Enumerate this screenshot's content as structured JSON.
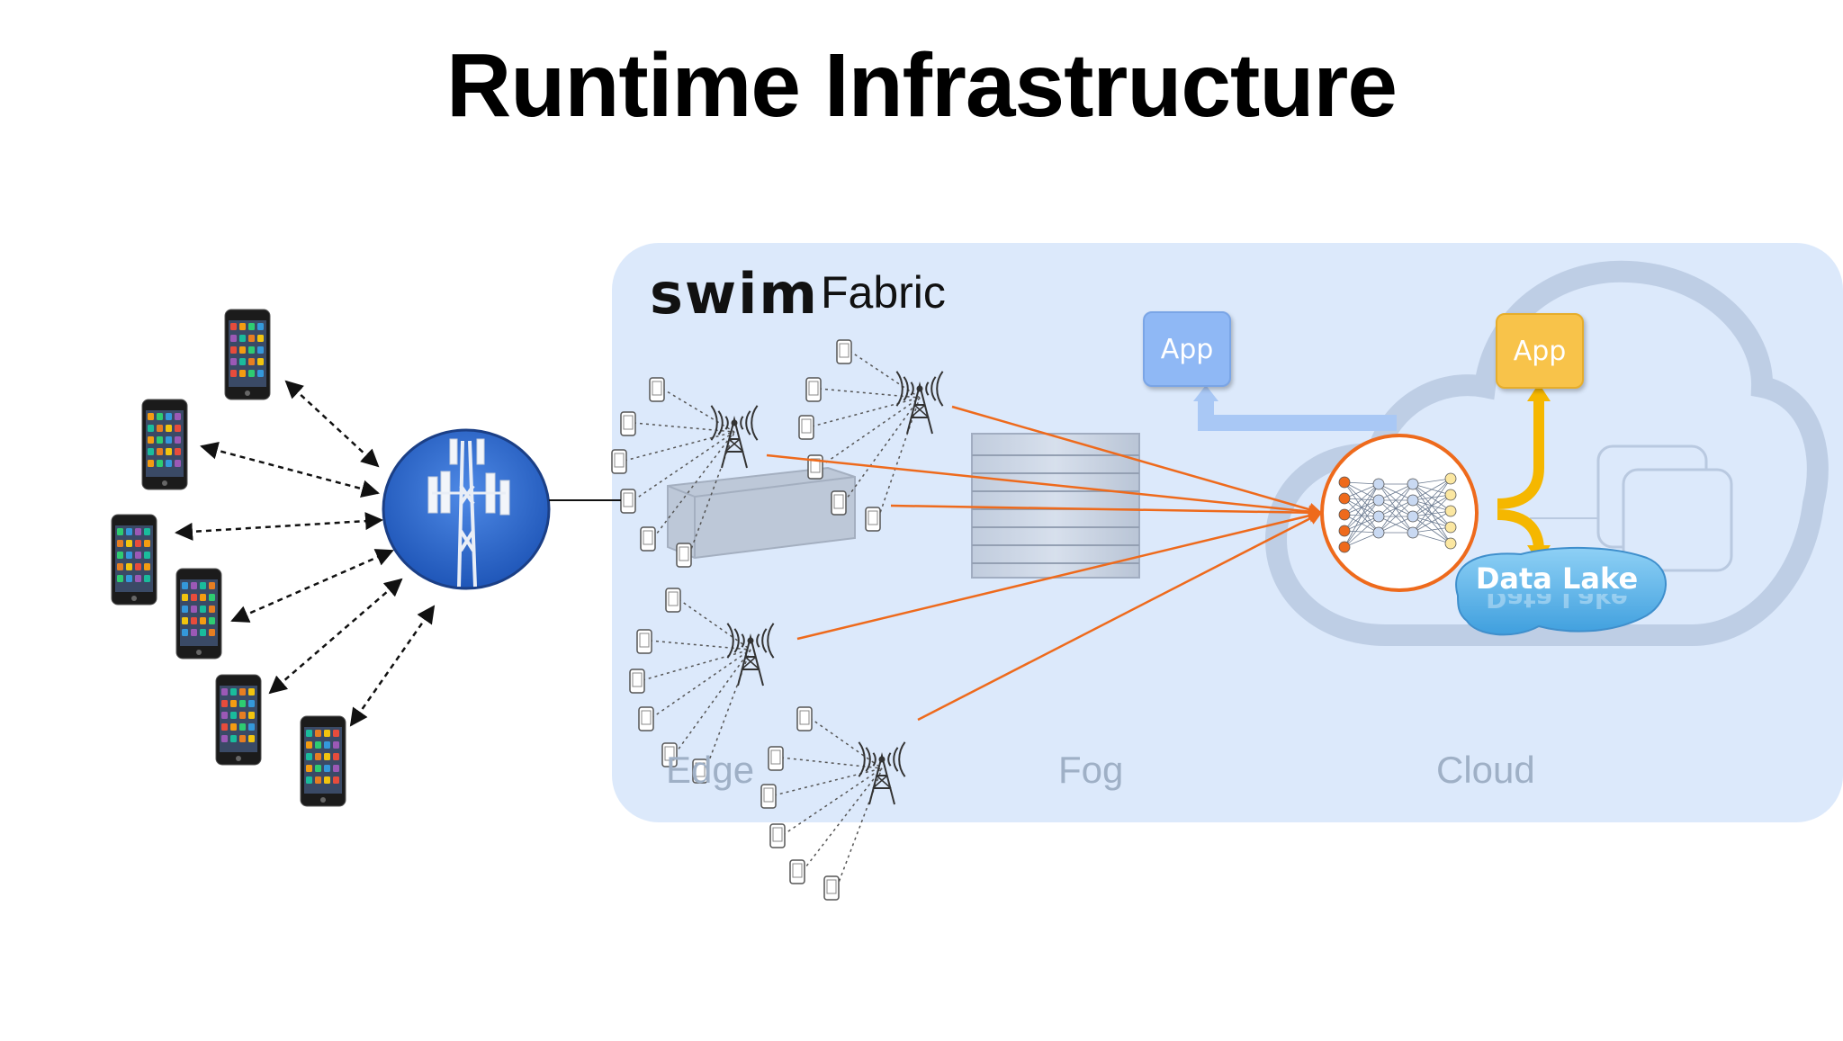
{
  "title": "Runtime Infrastructure",
  "fabric": {
    "brand": "swim",
    "label": "Fabric"
  },
  "zones": {
    "edge": "Edge",
    "fog": "Fog",
    "cloud": "Cloud"
  },
  "apps": {
    "fog_app": "App",
    "cloud_app": "App"
  },
  "data_lake": "Data Lake",
  "colors": {
    "fabric_background": "#dce9fb",
    "tower_circle": "#2f6fd1",
    "stream_arrow": "#ee6a1c",
    "fog_app": "#8fb8f5",
    "cloud_app": "#f8c34a",
    "data_lake": "#5bb3ea",
    "cloud_arrow": "#f5b700",
    "zone_label": "#9fb0c6"
  },
  "icons": [
    "smartphone-icon",
    "cell-tower-icon",
    "radio-tower-icon",
    "server-rack-icon",
    "network-appliance-icon",
    "neural-network-icon",
    "cloud-icon",
    "data-lake-icon"
  ]
}
